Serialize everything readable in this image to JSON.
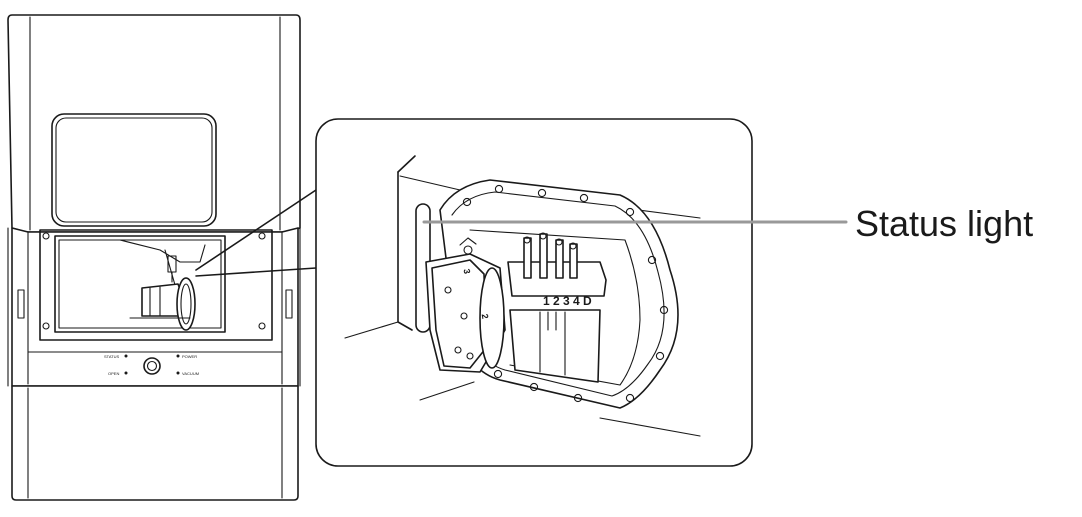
{
  "callout": {
    "label": "Status light"
  },
  "slot_numbers": "1 2 3 4 D",
  "adapter_numbers": [
    "3",
    "2"
  ],
  "panel_labels": [
    "STATUS",
    "POWER",
    "VACUUM",
    "OPEN"
  ],
  "leader_color": "#999999"
}
